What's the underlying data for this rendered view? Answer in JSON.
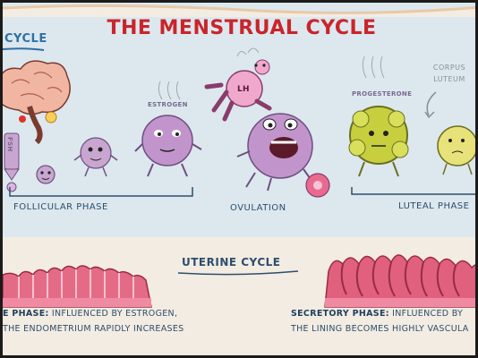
{
  "title": "THE MENSTRUAL CYCLE",
  "ovarian_cycle_partial": "CYCLE",
  "hormones": {
    "fsh": "FSH",
    "estrogen": "ESTROGEN",
    "lh": "LH",
    "progesterone": "PROGESTERONE"
  },
  "corpus_luteum": {
    "line1": "CORPUS",
    "line2": "LUTEUM"
  },
  "phases": {
    "follicular": "FOLLICULAR PHASE",
    "ovulation": "OVULATION",
    "luteal": "LUTEAL PHASE"
  },
  "uterine_cycle": "UTERINE CYCLE",
  "captions": {
    "proliferative_heading": "E PHASE:",
    "proliferative_line1": " INFLUENCED BY ESTROGEN,",
    "proliferative_line2": "THE ENDOMETRIUM RAPIDLY INCREASES",
    "secretory_heading": "SECRETORY PHASE:",
    "secretory_line1": " INFLUENCED BY",
    "secretory_line2": "THE LINING BECOMES HIGHLY VASCULA"
  },
  "colors": {
    "title_red": "#c9252b",
    "label_blue": "#2d4d6d",
    "follicle_purple": "#b58fc2",
    "endometrium_pink": "#e46b86",
    "corpus_yellow": "#c7cf3e"
  }
}
